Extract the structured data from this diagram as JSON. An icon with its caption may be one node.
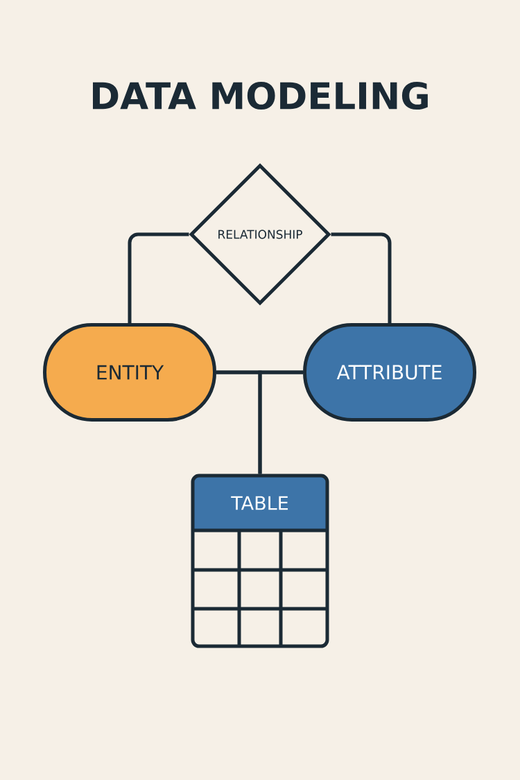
{
  "diagram": {
    "title": "DATA MODELING",
    "nodes": [
      {
        "text": [
          "RELATIONSHIP"
        ]
      },
      {
        "text": [
          "ENTITY"
        ]
      },
      {
        "text": [
          "ATTRIBUTE"
        ]
      },
      {
        "text": [
          "TABLE"
        ]
      }
    ],
    "edges": [
      {
        "from": 0,
        "to": 1,
        "arrow": "none"
      },
      {
        "from": 0,
        "to": 2,
        "arrow": "none"
      },
      {
        "from": 1,
        "to": 2,
        "arrow": "none"
      },
      {
        "from": 1,
        "to": 3,
        "arrow": "none"
      },
      {
        "from": 2,
        "to": 3,
        "arrow": "none"
      }
    ]
  }
}
